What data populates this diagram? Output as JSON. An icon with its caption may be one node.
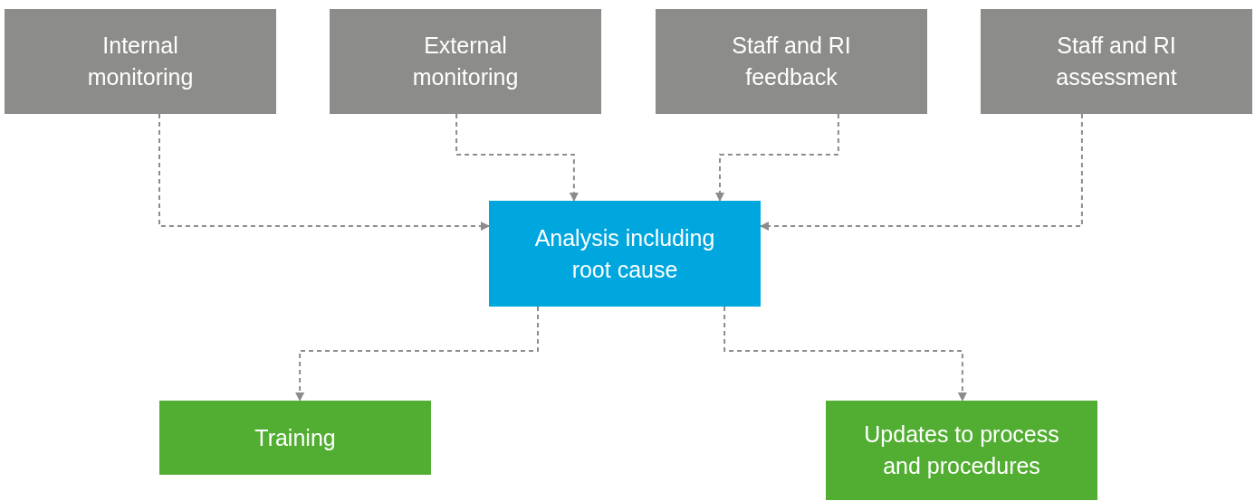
{
  "diagram": {
    "nodes": [
      {
        "text": [
          "Internal monitoring"
        ]
      },
      {
        "text": [
          "External monitoring"
        ]
      },
      {
        "text": [
          "Staff and RI feedback"
        ]
      },
      {
        "text": [
          "Staff and RI assessment"
        ]
      },
      {
        "text": [
          "Analysis including root cause"
        ]
      },
      {
        "text": [
          "Training"
        ]
      },
      {
        "text": [
          "Updates to process and procedures"
        ]
      }
    ],
    "edges": [
      {
        "from": 0,
        "to": 4,
        "arrow": "to",
        "style": "dashed"
      },
      {
        "from": 1,
        "to": 4,
        "arrow": "to",
        "style": "dashed"
      },
      {
        "from": 2,
        "to": 4,
        "arrow": "to",
        "style": "dashed"
      },
      {
        "from": 3,
        "to": 4,
        "arrow": "to",
        "style": "dashed"
      },
      {
        "from": 4,
        "to": 5,
        "arrow": "to",
        "style": "dashed"
      },
      {
        "from": 4,
        "to": 6,
        "arrow": "to",
        "style": "dashed"
      }
    ]
  }
}
